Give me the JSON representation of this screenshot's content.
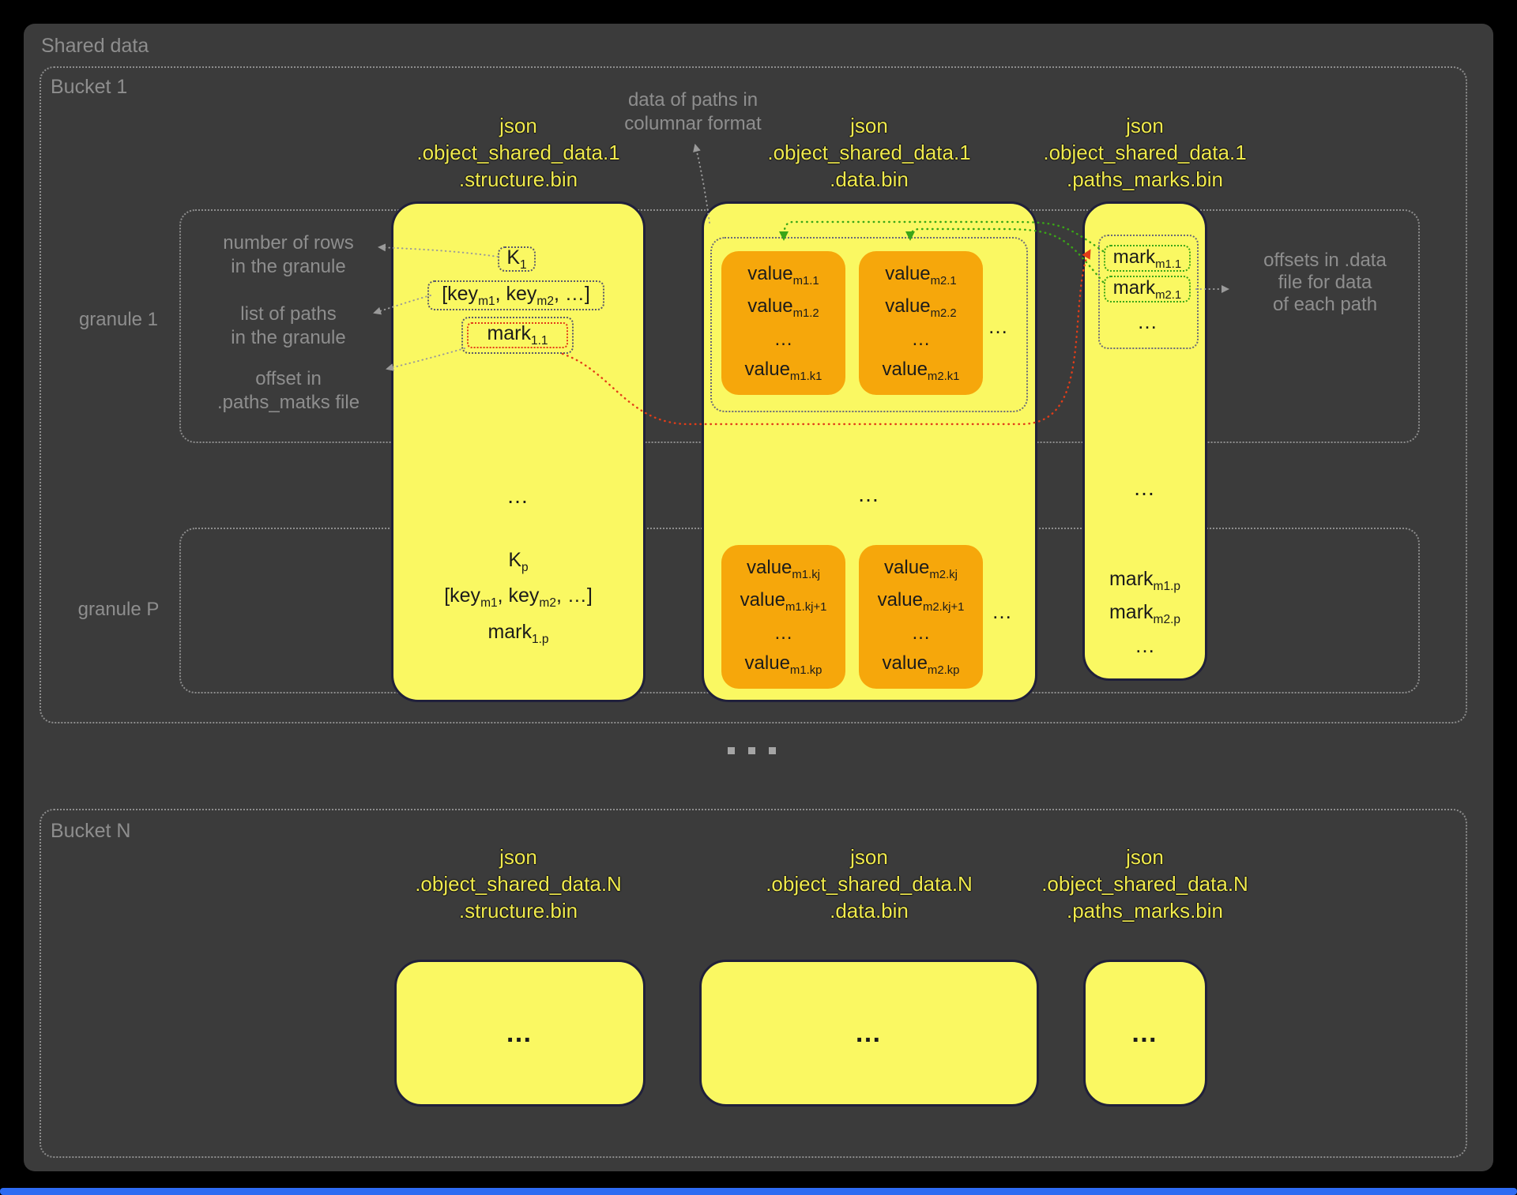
{
  "page": {
    "title": "Shared data",
    "ellipsis": "…"
  },
  "colors": {
    "panel": "#3b3b3b",
    "column_yellow": "#FAF862",
    "orange": "#F6A70B",
    "header_text": "#F0EA4D",
    "green_arrow": "#3aa617",
    "red_arrow": "#e23c18",
    "gray_label": "#8e8e8e",
    "bottom_bar_blue": "#2e6bf2"
  },
  "bucket1": {
    "label": "Bucket 1",
    "files": [
      {
        "lines": [
          "json",
          ".object_shared_data.1",
          ".structure.bin"
        ]
      },
      {
        "lines": [
          "json",
          ".object_shared_data.1",
          ".data.bin"
        ]
      },
      {
        "lines": [
          "json",
          ".object_shared_data.1",
          ".paths_marks.bin"
        ]
      }
    ],
    "annotations": {
      "columnar_lines": [
        "data of paths in",
        "columnar format"
      ],
      "num_rows_lines": [
        "number of rows",
        "in the granule"
      ],
      "list_paths_lines": [
        "list of paths",
        "in the granule"
      ],
      "offset_lines": [
        "offset in",
        ".paths_matks file"
      ],
      "offsets_right_lines": [
        "offsets in .data",
        "file for data",
        "of each path"
      ]
    },
    "granule1": {
      "label": "granule 1",
      "k_parts": [
        {
          "t": "K"
        },
        {
          "s": "1"
        }
      ],
      "keys_parts": [
        {
          "t": "[key"
        },
        {
          "s": "m1"
        },
        {
          "t": ", key"
        },
        {
          "s": "m2"
        },
        {
          "t": ", …]"
        }
      ],
      "mark_parts": [
        {
          "t": "mark"
        },
        {
          "s": "1.1"
        }
      ],
      "data_col1": [
        [
          {
            "t": "value"
          },
          {
            "s": "m1.1"
          }
        ],
        [
          {
            "t": "value"
          },
          {
            "s": "m1.2"
          }
        ],
        [
          {
            "t": "…"
          }
        ],
        [
          {
            "t": "value"
          },
          {
            "s": "m1.k1"
          }
        ]
      ],
      "data_col2": [
        [
          {
            "t": "value"
          },
          {
            "s": "m2.1"
          }
        ],
        [
          {
            "t": "value"
          },
          {
            "s": "m2.2"
          }
        ],
        [
          {
            "t": "…"
          }
        ],
        [
          {
            "t": "value"
          },
          {
            "s": "m2.k1"
          }
        ]
      ],
      "marks": [
        [
          {
            "t": "mark"
          },
          {
            "s": "m1.1"
          }
        ],
        [
          {
            "t": "mark"
          },
          {
            "s": "m2.1"
          }
        ]
      ]
    },
    "granuleP": {
      "label": "granule P",
      "k_parts": [
        {
          "t": "K"
        },
        {
          "s": "p"
        }
      ],
      "keys_parts": [
        {
          "t": "[key"
        },
        {
          "s": "m1"
        },
        {
          "t": ", key"
        },
        {
          "s": "m2"
        },
        {
          "t": ", …]"
        }
      ],
      "mark_parts": [
        {
          "t": "mark"
        },
        {
          "s": "1.p"
        }
      ],
      "data_col1": [
        [
          {
            "t": "value"
          },
          {
            "s": "m1.kj"
          }
        ],
        [
          {
            "t": "value"
          },
          {
            "s": "m1.kj+1"
          }
        ],
        [
          {
            "t": "…"
          }
        ],
        [
          {
            "t": "value"
          },
          {
            "s": "m1.kp"
          }
        ]
      ],
      "data_col2": [
        [
          {
            "t": "value"
          },
          {
            "s": "m2.kj"
          }
        ],
        [
          {
            "t": "value"
          },
          {
            "s": "m2.kj+1"
          }
        ],
        [
          {
            "t": "…"
          }
        ],
        [
          {
            "t": "value"
          },
          {
            "s": "m2.kp"
          }
        ]
      ],
      "marks": [
        [
          {
            "t": "mark"
          },
          {
            "s": "m1.p"
          }
        ],
        [
          {
            "t": "mark"
          },
          {
            "s": "m2.p"
          }
        ]
      ]
    }
  },
  "bucketN": {
    "label": "Bucket N",
    "files": [
      {
        "lines": [
          "json",
          ".object_shared_data.N",
          ".structure.bin"
        ]
      },
      {
        "lines": [
          "json",
          ".object_shared_data.N",
          ".data.bin"
        ]
      },
      {
        "lines": [
          "json",
          ".object_shared_data.N",
          ".paths_marks.bin"
        ]
      }
    ]
  }
}
